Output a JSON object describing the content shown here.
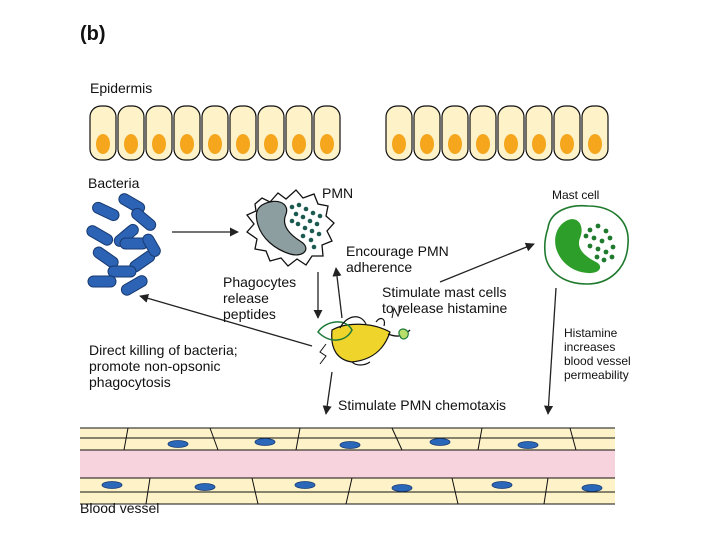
{
  "panel_label": "(b)",
  "labels": {
    "epidermis": "Epidermis",
    "bacteria": "Bacteria",
    "pmn": "PMN",
    "mast_cell": "Mast cell",
    "encourage_pmn": "Encourage PMN\nadherence",
    "phagocytes_release": "Phagocytes\nrelease\npeptides",
    "stimulate_mast": "Stimulate mast cells\nto release histamine",
    "direct_killing": "Direct killing of bacteria;\npromote non-opsonic\nphagocytosis",
    "histamine": "Histamine\nincreases\nblood vessel\npermeability",
    "stimulate_chemotaxis": "Stimulate PMN chemotaxis",
    "blood_vessel": "Blood vessel"
  },
  "colors": {
    "cell_fill": "#fdf2c8",
    "nucleus": "#f5a61c",
    "bacteria": "#2d63b4",
    "pmn_nucleus": "#8c9ea0",
    "pmn_granule": "#1a5a50",
    "mast_nucleus": "#2e9e2a",
    "mast_outline": "#1f7a2e",
    "vessel_pink": "#f7d3dd",
    "vessel_blue": "#2b67b8",
    "peptide_yellow": "#efd52b"
  }
}
